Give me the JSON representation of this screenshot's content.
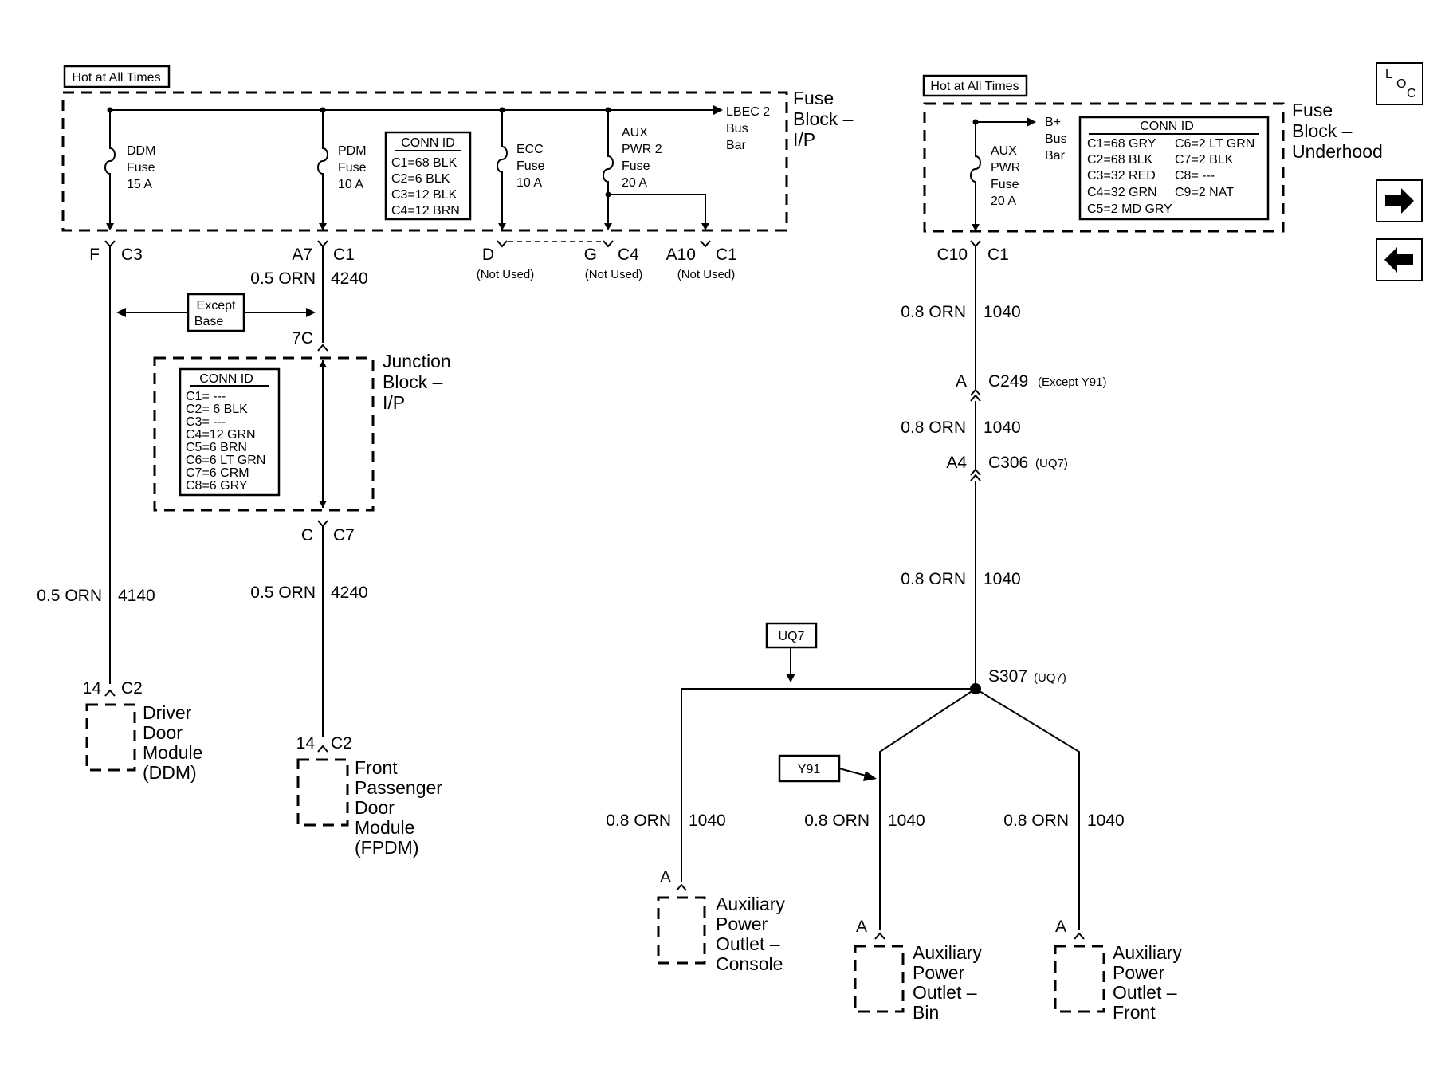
{
  "left": {
    "hot_label": "Hot at All Times",
    "block_title": [
      "Fuse",
      "Block –",
      "I/P"
    ],
    "bus_label": [
      "LBEC 2",
      "Bus",
      "Bar"
    ],
    "fuses": [
      {
        "lines": [
          "DDM",
          "Fuse",
          "15 A"
        ]
      },
      {
        "lines": [
          "PDM",
          "Fuse",
          "10 A"
        ]
      },
      {
        "lines": [
          "ECC",
          "Fuse",
          "10 A"
        ]
      },
      {
        "lines": [
          "AUX",
          "PWR 2",
          "Fuse",
          "20 A"
        ]
      }
    ],
    "conn_id": {
      "title": "CONN ID",
      "lines": [
        "C1=68 BLK",
        "C2=6 BLK",
        "C3=12 BLK",
        "C4=12 BRN"
      ]
    },
    "terminals": [
      {
        "pin": "F",
        "conn": "C3"
      },
      {
        "pin": "A7",
        "conn": "C1"
      },
      {
        "pin": "D",
        "note": "(Not Used)"
      },
      {
        "pin": "G",
        "conn": "C4",
        "note": "(Not Used)"
      },
      {
        "pin": "A10",
        "conn": "C1",
        "note": "(Not Used)"
      }
    ],
    "wire_a": {
      "size": "0.5 ORN",
      "circuit": "4240"
    },
    "except_base": [
      "Except",
      "Base"
    ],
    "jb_pin": "7C",
    "junction_title": [
      "Junction",
      "Block –",
      "I/P"
    ],
    "jb_conn_id": {
      "title": "CONN ID",
      "lines": [
        "C1= ---",
        "C2= 6 BLK",
        "C3= ---",
        "C4=12 GRN",
        "C5=6 BRN",
        "C6=6 LT GRN",
        "C7=6 CRM",
        "C8=6 GRY"
      ]
    },
    "jb_out": {
      "pin": "C",
      "conn": "C7"
    },
    "wire_ddm": {
      "size": "0.5 ORN",
      "circuit": "4140"
    },
    "wire_fpdm": {
      "size": "0.5 ORN",
      "circuit": "4240"
    },
    "ddm": {
      "pin": "14",
      "conn": "C2",
      "lines": [
        "Driver",
        "Door",
        "Module",
        "(DDM)"
      ]
    },
    "fpdm": {
      "pin": "14",
      "conn": "C2",
      "lines": [
        "Front",
        "Passenger",
        "Door",
        "Module",
        "(FPDM)"
      ]
    }
  },
  "right": {
    "hot_label": "Hot at All Times",
    "block_title": [
      "Fuse",
      "Block –",
      "Underhood"
    ],
    "bus_label": [
      "B+",
      "Bus",
      "Bar"
    ],
    "fuse": [
      "AUX",
      "PWR",
      "Fuse",
      "20 A"
    ],
    "conn_id": {
      "title": "CONN ID",
      "rows": [
        [
          "C1=68  GRY",
          "C6=2 LT GRN"
        ],
        [
          "C2=68 BLK",
          "C7=2 BLK"
        ],
        [
          "C3=32 RED",
          "C8= ---"
        ],
        [
          "C4=32 GRN",
          "C9=2 NAT"
        ],
        [
          "C5=2 MD GRY",
          ""
        ]
      ]
    },
    "terminal": {
      "pin": "C10",
      "conn": "C1"
    },
    "wire1": {
      "size": "0.8 ORN",
      "circuit": "1040"
    },
    "c249": {
      "pin": "A",
      "conn": "C249",
      "note": "(Except Y91)"
    },
    "wire2": {
      "size": "0.8 ORN",
      "circuit": "1040"
    },
    "c306": {
      "pin": "A4",
      "conn": "C306",
      "note": "(UQ7)"
    },
    "wire3": {
      "size": "0.8 ORN",
      "circuit": "1040"
    },
    "splice": {
      "name": "S307",
      "note": "(UQ7)"
    },
    "option_uq7": "UQ7",
    "option_y91": "Y91",
    "branches": [
      {
        "size": "0.8 ORN",
        "circuit": "1040",
        "pin": "A",
        "lines": [
          "Auxiliary",
          "Power",
          "Outlet –",
          "Console"
        ]
      },
      {
        "size": "0.8 ORN",
        "circuit": "1040",
        "pin": "A",
        "lines": [
          "Auxiliary",
          "Power",
          "Outlet –",
          "Bin"
        ]
      },
      {
        "size": "0.8 ORN",
        "circuit": "1040",
        "pin": "A",
        "lines": [
          "Auxiliary",
          "Power",
          "Outlet –",
          "Front"
        ]
      }
    ]
  },
  "nav": {
    "loc_icon": "LOC",
    "next_icon": "arrow-right-icon",
    "prev_icon": "arrow-left-icon"
  }
}
